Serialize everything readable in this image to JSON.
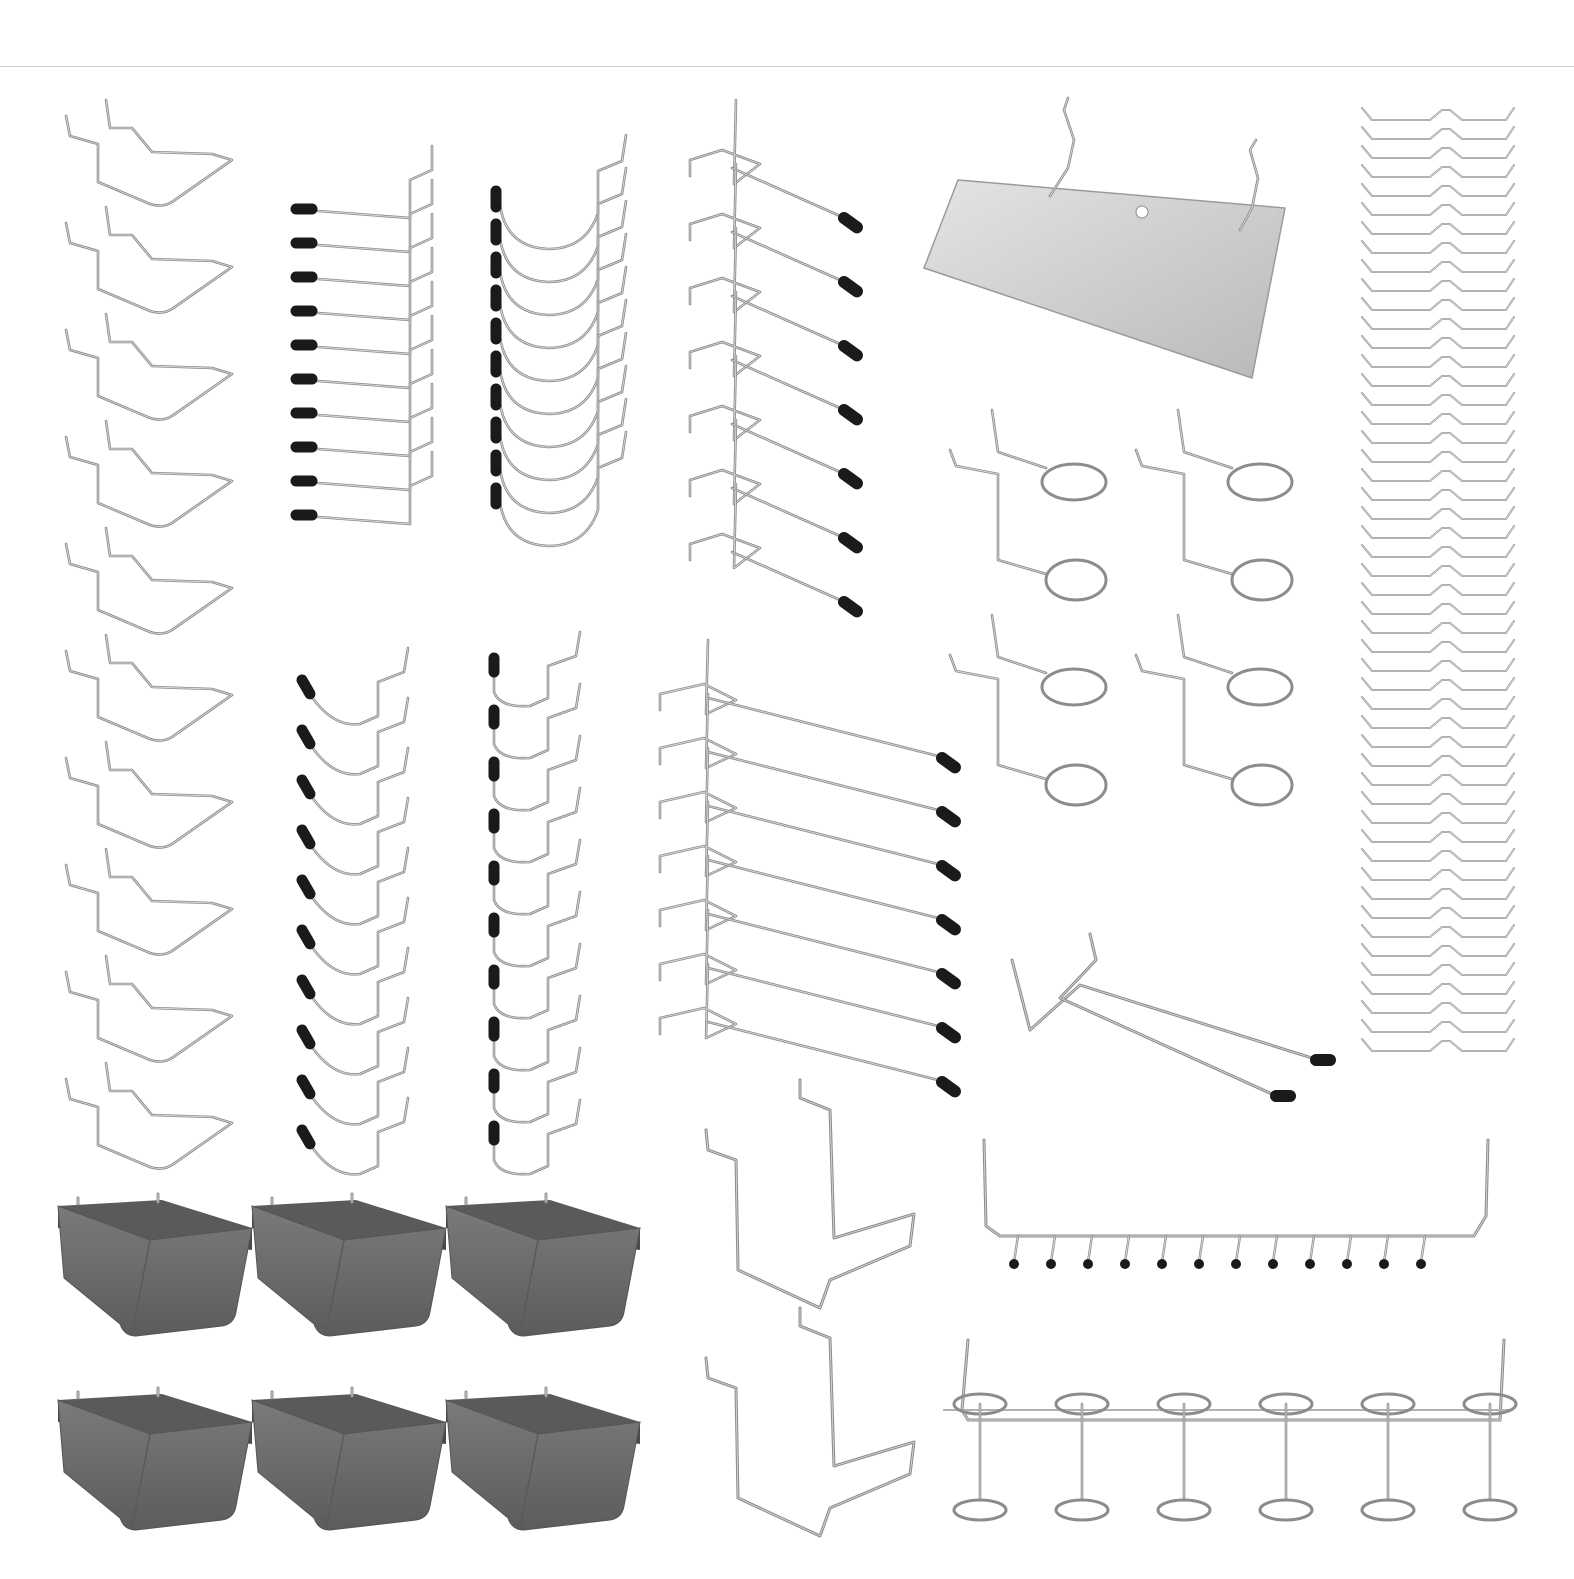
{
  "product_photo": {
    "background": "#ffffff",
    "colors": {
      "wire": "#8c8c8c",
      "wire_highlight": "#d9d9d9",
      "rubber_tip": "#1a1a1a",
      "bin": "#6e6e6e",
      "bin_dark": "#4a4a4a",
      "shelf": "#d6d6d6"
    },
    "groups": {
      "v_hooks": {
        "count": 10
      },
      "straight_tipped_hooks": {
        "count": 10
      },
      "j_tipped_hooks": {
        "count": 10
      },
      "curved_tipped_hooks": {
        "count": 10
      },
      "short_l_tipped_hooks": {
        "count": 10
      },
      "angled_long_tipped_hooks": {
        "count": 7
      },
      "long_tipped_hooks": {
        "count": 7
      },
      "shelf_plate": {
        "count": 1
      },
      "double_ring_hooks": {
        "count": 4
      },
      "wire_locks": {
        "count": 50
      },
      "double_prong_hook": {
        "count": 1
      },
      "bins": {
        "count": 6
      },
      "tool_holder_hooks": {
        "count": 2
      },
      "multi_prong_rack": {
        "count": 1,
        "prongs": 12
      },
      "ring_rack": {
        "count": 1,
        "rings": 6
      }
    }
  }
}
